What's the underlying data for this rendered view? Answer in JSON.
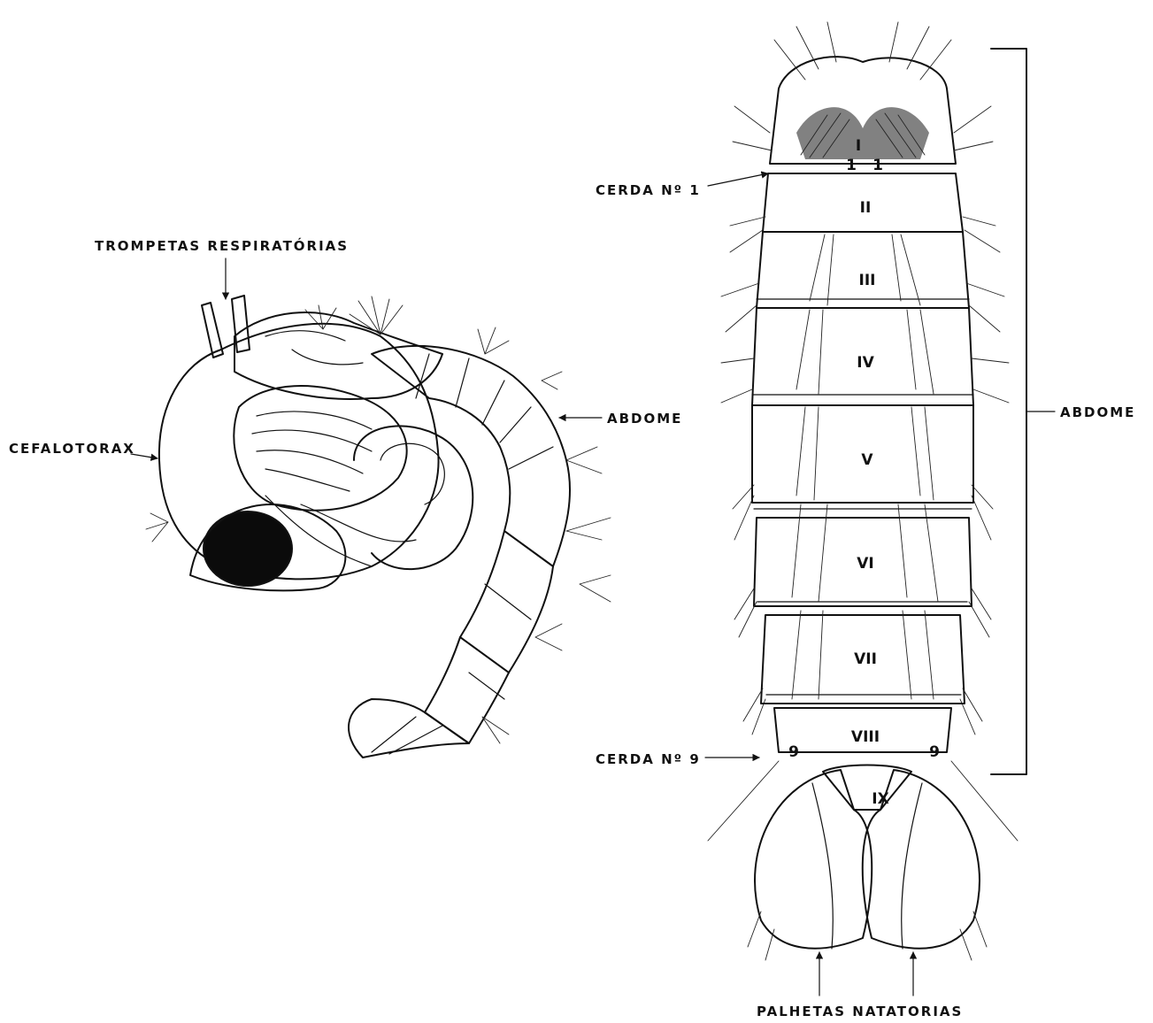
{
  "labels": {
    "trompetas": "TROMPETAS RESPIRATÓRIAS",
    "cefalotorax": "CEFALOTORAX",
    "abdome_left": "ABDOME",
    "abdome_right": "ABDOME",
    "cerda1": "CERDA Nº 1",
    "cerda9": "CERDA Nº 9",
    "palhetas": "PALHETAS NATATORIAS"
  },
  "segments": [
    "I",
    "II",
    "III",
    "IV",
    "V",
    "VI",
    "VII",
    "VIII",
    "IX"
  ],
  "seta_numbers": {
    "one_left": "1",
    "one_right": "1",
    "nine_left": "9",
    "nine_right": "9"
  },
  "colors": {
    "ink": "#111111",
    "paper": "#ffffff"
  }
}
